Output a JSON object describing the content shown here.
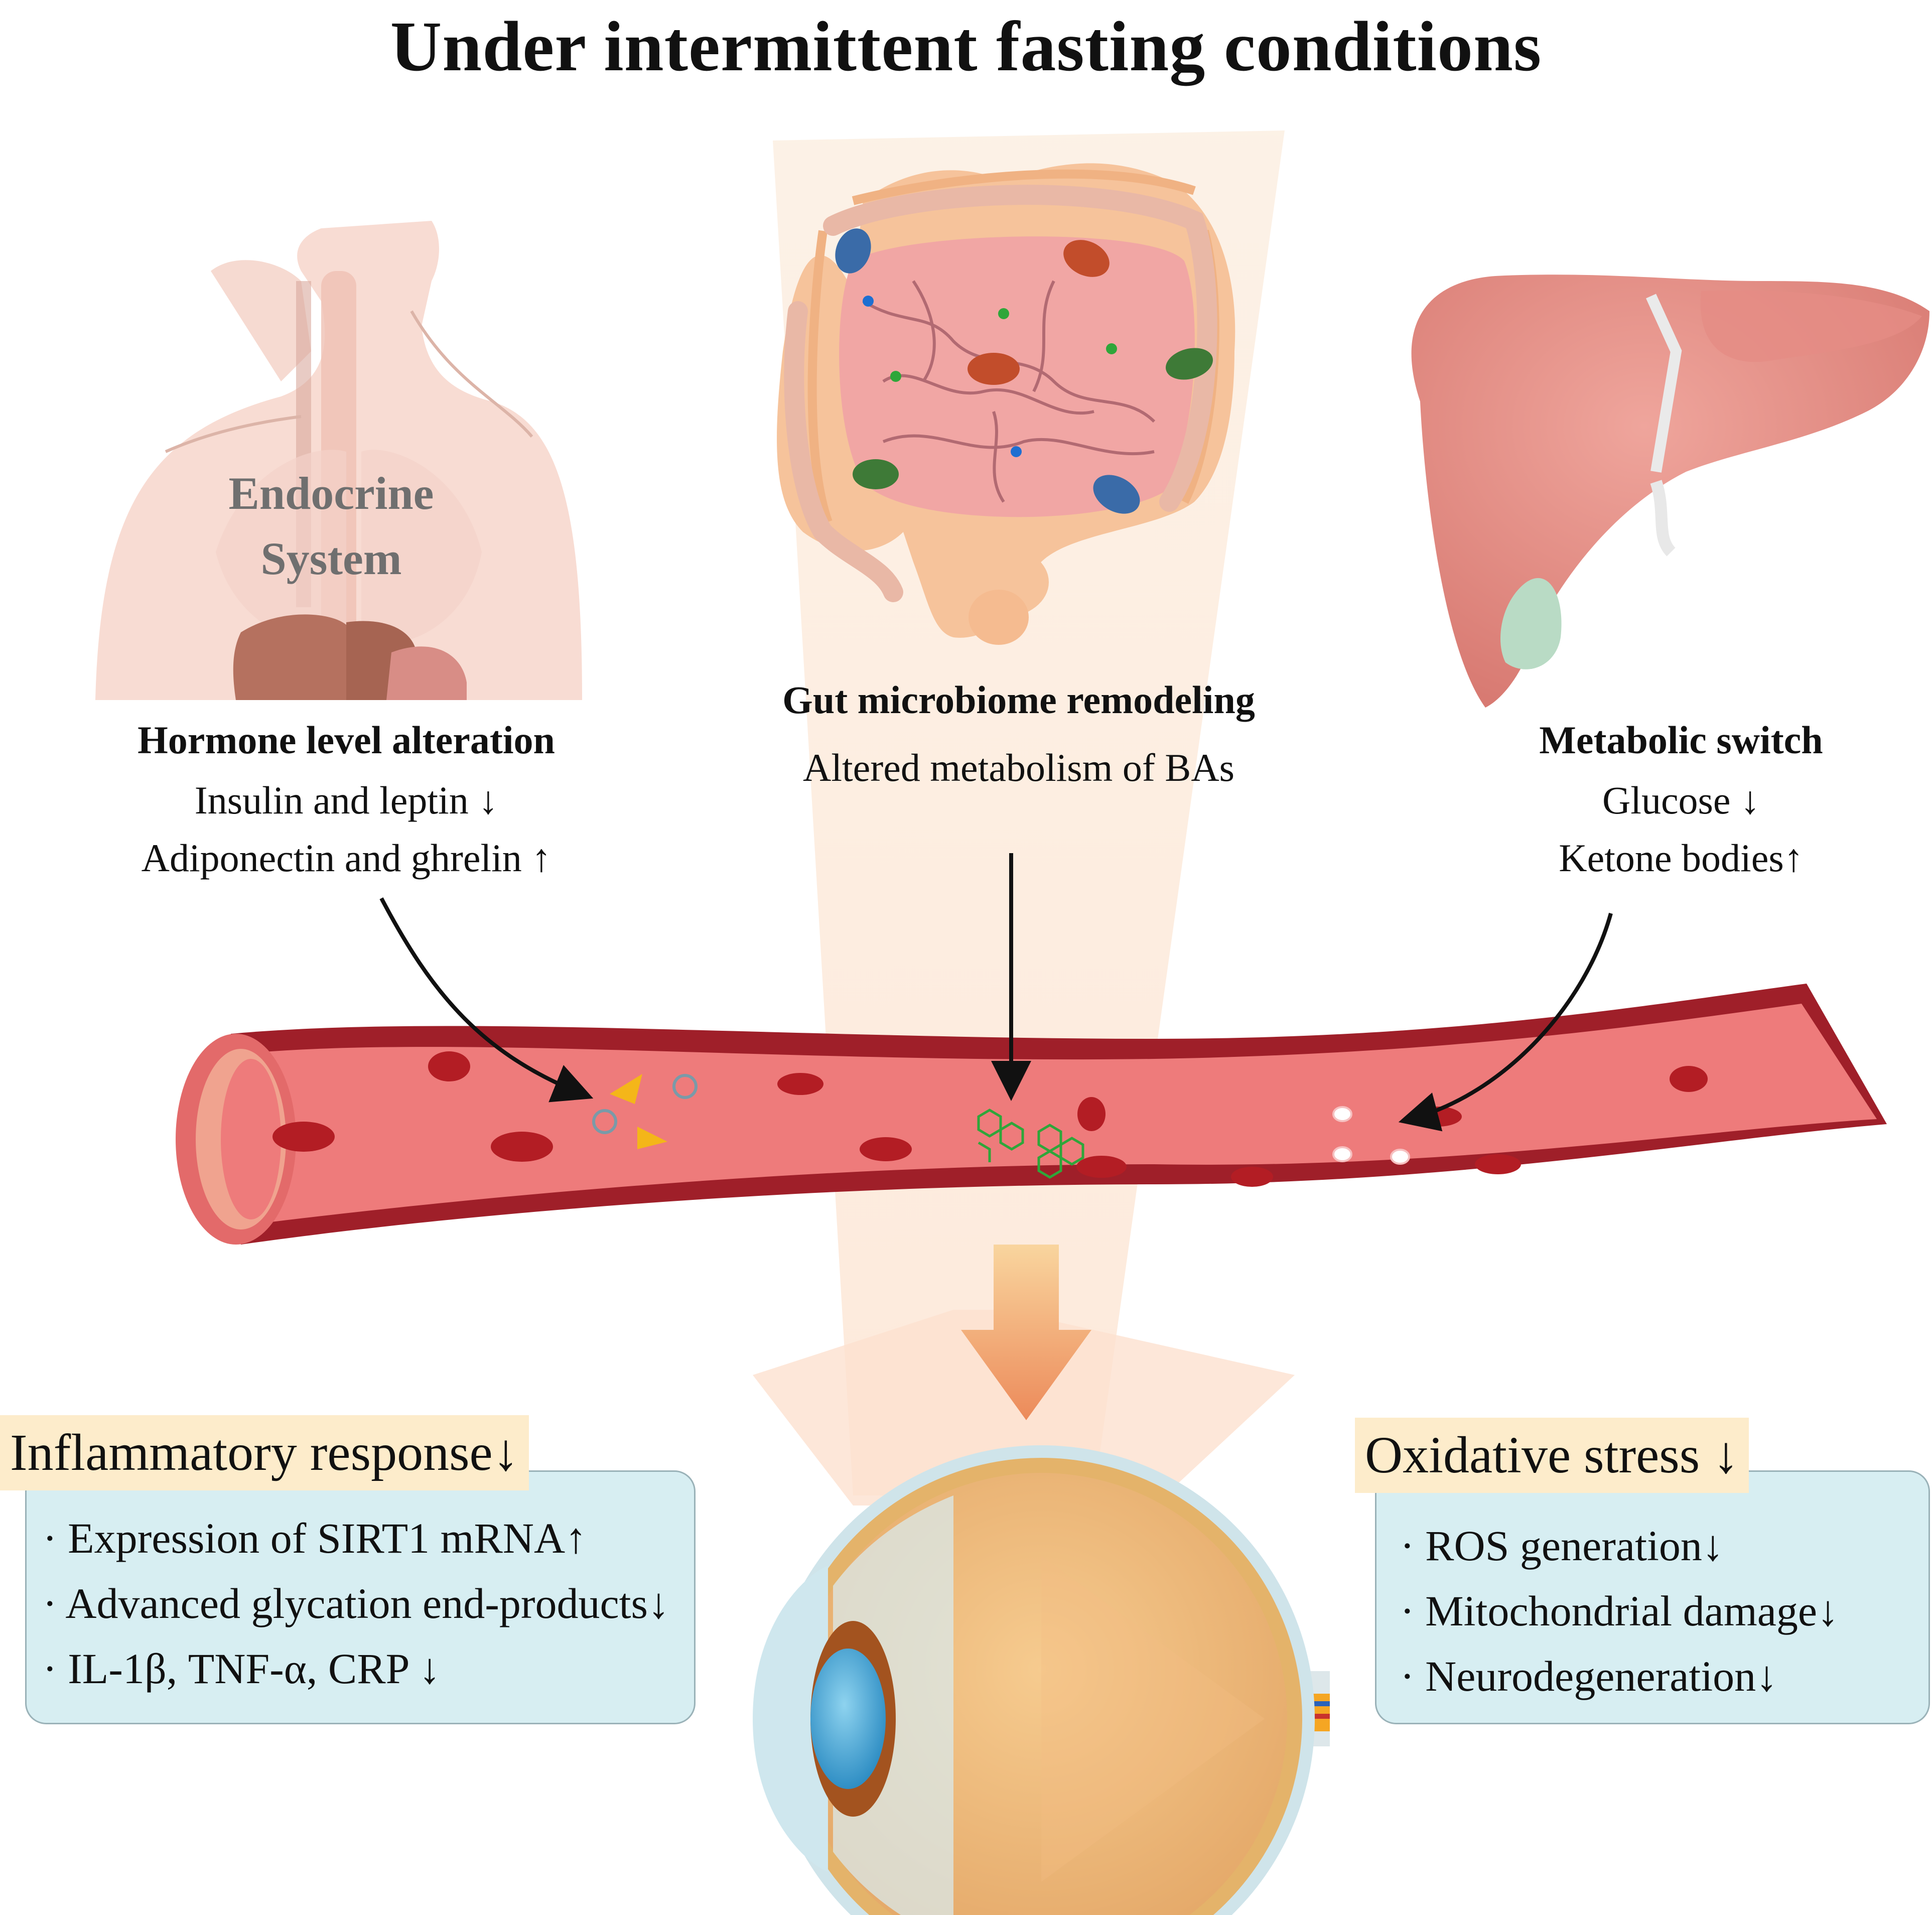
{
  "title": "Under intermittent fasting conditions",
  "endocrine_label": [
    "Endocrine",
    "System"
  ],
  "hormone": {
    "heading": "Hormone level alteration",
    "lines": [
      "Insulin and leptin ↓",
      "Adiponectin and ghrelin ↑"
    ]
  },
  "gut": {
    "heading": "Gut microbiome remodeling",
    "lines": [
      "Altered metabolism of BAs"
    ]
  },
  "metabolic": {
    "heading": "Metabolic switch",
    "lines": [
      "Glucose ↓",
      "Ketone bodies↑"
    ]
  },
  "inflammatory": {
    "heading": "Inflammatory response↓",
    "items": [
      "· Expression of SIRT1 mRNA↑",
      "· Advanced glycation end-products↓",
      "· IL-1β, TNF-α, CRP ↓"
    ]
  },
  "oxidative": {
    "heading": "Oxidative stress ↓",
    "items": [
      "· ROS generation↓",
      "· Mitochondrial damage↓",
      "· Neurodegeneration↓"
    ]
  },
  "colors": {
    "vessel": "#b5232d",
    "vessel_lumen": "#ee7b7b",
    "box_fill": "#d7eef2",
    "heading_fill": "#fdeccb",
    "organ_pink": "#e7948c",
    "molecule_green": "#2fa63a",
    "hormone_yellow": "#f4b619"
  }
}
